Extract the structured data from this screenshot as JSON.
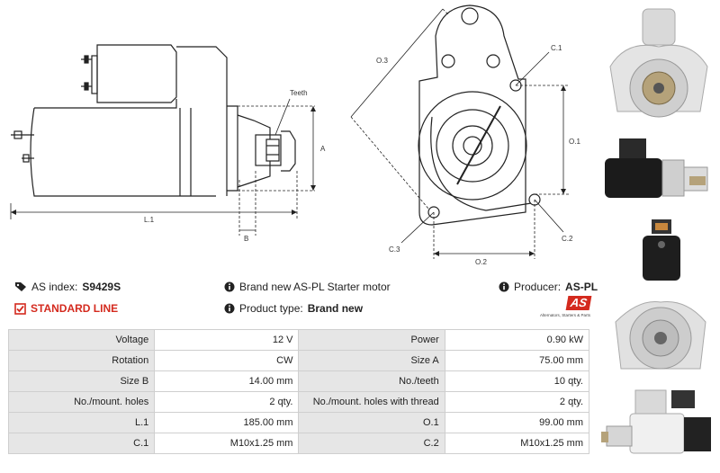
{
  "diagram_side": {
    "labels": {
      "teeth": "Teeth",
      "a": "A",
      "b": "B",
      "l1": "L.1"
    }
  },
  "diagram_front": {
    "labels": {
      "o3": "O.3",
      "c1": "C.1",
      "o1": "O.1",
      "c2": "C.2",
      "c3": "C.3",
      "o2": "O.2"
    }
  },
  "info": {
    "as_index_label": "AS index:",
    "as_index_value": "S9429S",
    "standard_line": "STANDARD LINE",
    "description": "Brand new AS-PL Starter motor",
    "product_type_label": "Product type:",
    "product_type_value": "Brand new",
    "producer_label": "Producer:",
    "producer_value": "AS-PL",
    "logo_text": "AS",
    "logo_tagline": "Alternators, Starters & Parts"
  },
  "specs": [
    {
      "k1": "Voltage",
      "v1": "12 V",
      "k2": "Power",
      "v2": "0.90 kW"
    },
    {
      "k1": "Rotation",
      "v1": "CW",
      "k2": "Size A",
      "v2": "75.00 mm"
    },
    {
      "k1": "Size B",
      "v1": "14.00 mm",
      "k2": "No./teeth",
      "v2": "10 qty."
    },
    {
      "k1": "No./mount. holes",
      "v1": "2 qty.",
      "k2": "No./mount. holes with thread",
      "v2": "2 qty."
    },
    {
      "k1": "L.1",
      "v1": "185.00 mm",
      "k2": "O.1",
      "v2": "99.00 mm"
    },
    {
      "k1": "C.1",
      "v1": "M10x1.25 mm",
      "k2": "C.2",
      "v2": "M10x1.25 mm"
    }
  ],
  "colors": {
    "accent": "#d42a1e",
    "table_key_bg": "#e6e6e6",
    "border": "#cfcfcf"
  },
  "icons": {
    "tag": "tag-icon",
    "check": "checkbox-icon",
    "info": "info-icon"
  }
}
